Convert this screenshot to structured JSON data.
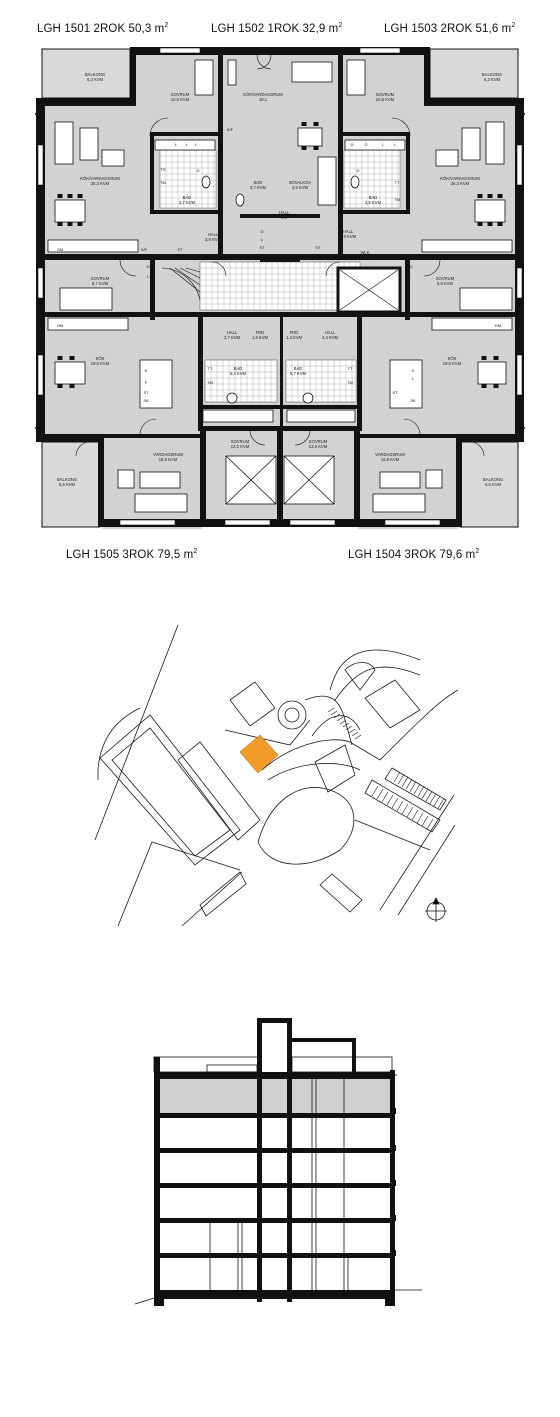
{
  "labels": {
    "apt_1501": {
      "name": "LGH 1501",
      "type": "2ROK",
      "area": "50,3",
      "unit": "m"
    },
    "apt_1502": {
      "name": "LGH 1502",
      "type": "1ROK",
      "area": "32,9",
      "unit": "m"
    },
    "apt_1503": {
      "name": "LGH 1503",
      "type": "2ROK",
      "area": "51,6",
      "unit": "m"
    },
    "apt_1505": {
      "name": "LGH 1505",
      "type": "3ROK",
      "area": "79,5",
      "unit": "m"
    },
    "apt_1504": {
      "name": "LGH 1504",
      "type": "3ROK",
      "area": "79,6",
      "unit": "m"
    }
  },
  "rooms": [
    {
      "id": "balkong-1501",
      "name": "BALKONG",
      "area": "6,2 KVM"
    },
    {
      "id": "sovrum-1501",
      "name": "SOVRUM",
      "area": "10,6 KVM"
    },
    {
      "id": "kok-vardagsrum-1502",
      "name": "KÖK/VARDAGSRUM",
      "area": "18,1"
    },
    {
      "id": "sovrum-1503",
      "name": "SOVRUM",
      "area": "10,6 KVM"
    },
    {
      "id": "balkong-1503",
      "name": "BALKONG",
      "area": "6,2 KVM"
    },
    {
      "id": "kok-vardagsrum-1501",
      "name": "KÖK/VARDAGSRUM",
      "area": "25,3 KVM"
    },
    {
      "id": "kok-vardagsrum-1503",
      "name": "KÖK/VARDAGSRUM",
      "area": "26,3 KVM"
    },
    {
      "id": "bad-1502",
      "name": "BAD",
      "area": "3,7 KVM"
    },
    {
      "id": "sovalkov-1502",
      "name": "SOVALKOV",
      "area": "4,5 KVM"
    },
    {
      "id": "bad-1501",
      "name": "BAD",
      "area": "3,7 KVM"
    },
    {
      "id": "bad-1503",
      "name": "BAD",
      "area": "3,8 KVM"
    },
    {
      "id": "hall-1501",
      "name": "HALL",
      "area": "3,9 KVM"
    },
    {
      "id": "hall-1502",
      "name": "HALL",
      "area": "3,0"
    },
    {
      "id": "hall-1503",
      "name": "HALL",
      "area": "5,9 KVM"
    },
    {
      "id": "wlk-1503",
      "name": "WLK",
      "area": "2,1 KVM"
    },
    {
      "id": "sovrum-1505",
      "name": "SOVRUM",
      "area": "8,7 KVM"
    },
    {
      "id": "sovrum-1504",
      "name": "SOVRUM",
      "area": "8,8 KVM"
    },
    {
      "id": "kok-1505",
      "name": "KÖK",
      "area": "19,0 KVM"
    },
    {
      "id": "kok-1504",
      "name": "KÖK",
      "area": "19,0 KVM"
    },
    {
      "id": "frd-1505",
      "name": "FRD",
      "area": "1,6 KVM"
    },
    {
      "id": "frd-1504",
      "name": "FRD",
      "area": "1,3 KVM"
    },
    {
      "id": "hall-1505",
      "name": "HALL",
      "area": "2,7 KVM"
    },
    {
      "id": "hall-1504",
      "name": "HALL",
      "area": "4,4 KVM"
    },
    {
      "id": "bad-1505",
      "name": "BAD",
      "area": "5,4 KVM"
    },
    {
      "id": "bad-1504",
      "name": "BAD",
      "area": "5,7 KVM"
    },
    {
      "id": "vardagsrum-1505",
      "name": "VARDAGSRUM",
      "area": "15,9 KVM"
    },
    {
      "id": "vardagsrum-1504",
      "name": "VARDAGSRUM",
      "area": "16,9 KVM"
    },
    {
      "id": "sovrum-1505b",
      "name": "SOVRUM",
      "area": "13,0 KVM"
    },
    {
      "id": "sovrum-1504b",
      "name": "SOVRUM",
      "area": "13,6 KVM"
    },
    {
      "id": "balkong-1505",
      "name": "BALKONG",
      "area": "6,5 KVM"
    },
    {
      "id": "balkong-1504",
      "name": "BALKONG",
      "area": "6,6 KVM"
    }
  ],
  "fixtures": {
    "kf": "K/F",
    "st": "ST",
    "ts": "TS",
    "tm": "TM",
    "tt": "TT",
    "sk": "SK",
    "k": "K",
    "f": "F",
    "l": "L",
    "dm": "DM",
    "sm": "SM",
    "g": "G"
  },
  "colors": {
    "wall": "#111111",
    "floor": "#d2d2d2",
    "highlight": "#f39c2a",
    "section_fill": "#cfcfcf",
    "line": "#1a1a1a"
  },
  "icons": {
    "north_arrow": "north-arrow-icon"
  }
}
